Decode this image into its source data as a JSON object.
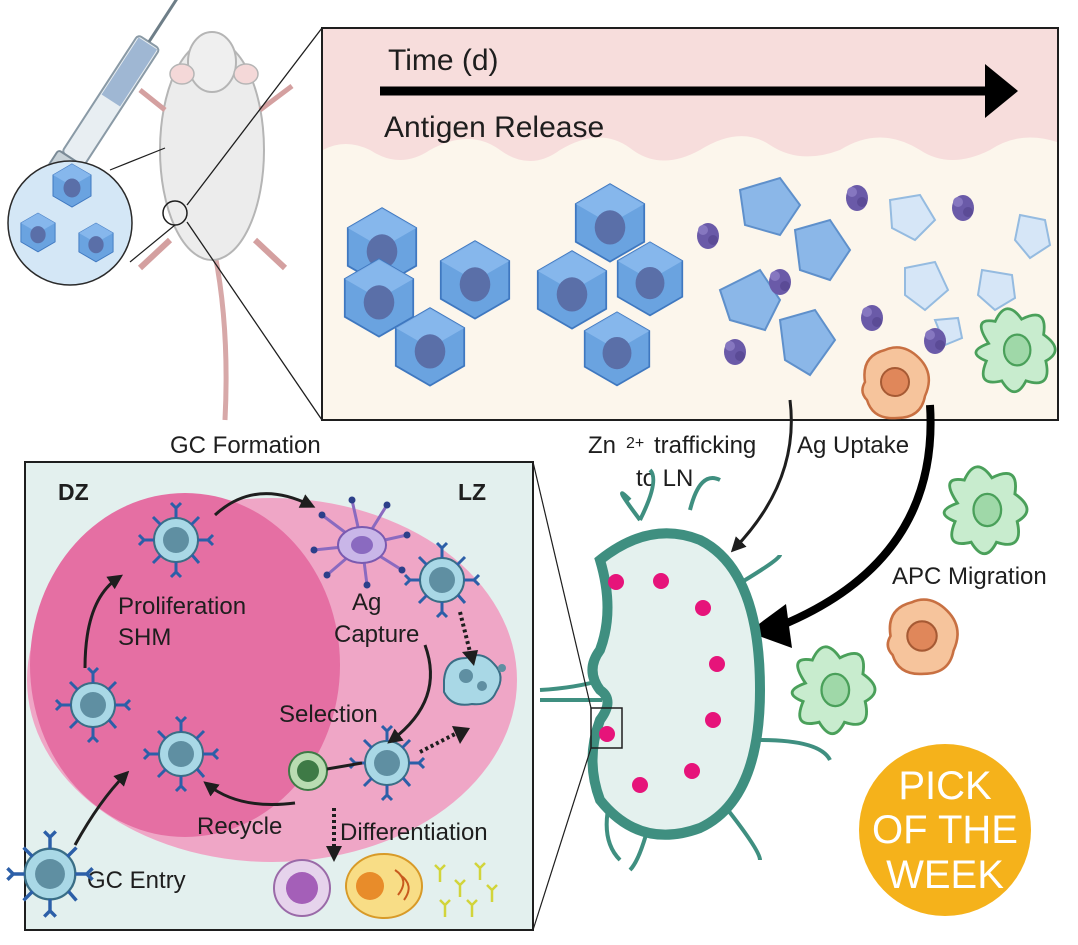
{
  "top_panel": {
    "time_label": "Time (d)",
    "release_label": "Antigen Release"
  },
  "labels": {
    "gc_formation": "GC Formation",
    "zn_prefix": "Zn",
    "zn_sup": "2+",
    "trafficking": "trafficking",
    "to_ln": "to LN",
    "ag_uptake": "Ag Uptake",
    "apc_migration": "APC Migration"
  },
  "gc_panel": {
    "dz": "DZ",
    "lz": "LZ",
    "proliferation": "Proliferation",
    "shm": "SHM",
    "ag": "Ag",
    "capture": "Capture",
    "selection": "Selection",
    "recycle": "Recycle",
    "differentiation": "Differentiation",
    "gc_entry": "GC Entry"
  },
  "badge": {
    "line1": "PICK",
    "line2": "OF THE",
    "line3": "WEEK"
  },
  "colors": {
    "crystal": "#5b95dc",
    "antigen": "#6f5aa8",
    "dark_zone": "#e56fa3",
    "light_zone": "#efa6c6",
    "lymph_node": "#3f8f80",
    "follicle": "#e6147a",
    "badge": "#f5b21b"
  }
}
